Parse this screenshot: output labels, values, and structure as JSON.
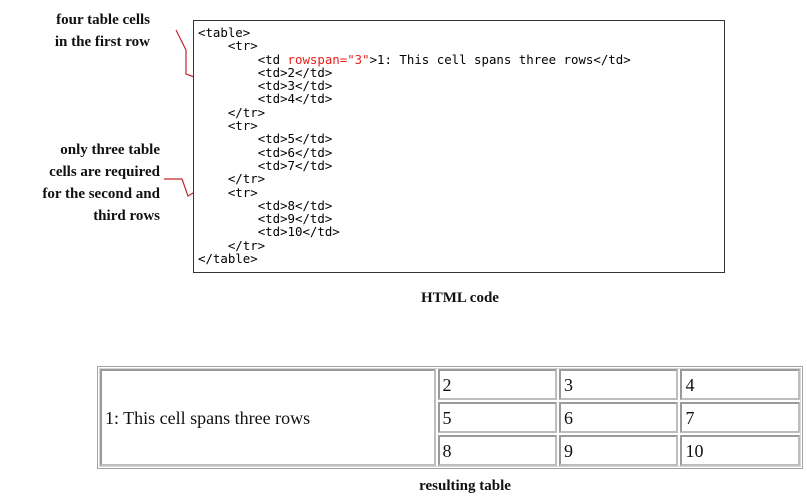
{
  "annotations": {
    "first_row_note": [
      "four table cells",
      "in the first row"
    ],
    "other_rows_note": [
      "only three table",
      "cells are required",
      "for the second and",
      "third rows"
    ]
  },
  "code": {
    "lines": [
      {
        "indent": "",
        "pre": "<table>",
        "attr": "",
        "post": ""
      },
      {
        "indent": "    ",
        "pre": "<tr>",
        "attr": "",
        "post": ""
      },
      {
        "indent": "        ",
        "pre": "<td ",
        "attr": "rowspan=\"3\"",
        "post": ">1: This cell spans three rows</td>"
      },
      {
        "indent": "        ",
        "pre": "<td>2</td>",
        "attr": "",
        "post": ""
      },
      {
        "indent": "        ",
        "pre": "<td>3</td>",
        "attr": "",
        "post": ""
      },
      {
        "indent": "        ",
        "pre": "<td>4</td>",
        "attr": "",
        "post": ""
      },
      {
        "indent": "    ",
        "pre": "</tr>",
        "attr": "",
        "post": ""
      },
      {
        "indent": "    ",
        "pre": "<tr>",
        "attr": "",
        "post": ""
      },
      {
        "indent": "        ",
        "pre": "<td>5</td>",
        "attr": "",
        "post": ""
      },
      {
        "indent": "        ",
        "pre": "<td>6</td>",
        "attr": "",
        "post": ""
      },
      {
        "indent": "        ",
        "pre": "<td>7</td>",
        "attr": "",
        "post": ""
      },
      {
        "indent": "    ",
        "pre": "</tr>",
        "attr": "",
        "post": ""
      },
      {
        "indent": "    ",
        "pre": "<tr>",
        "attr": "",
        "post": ""
      },
      {
        "indent": "        ",
        "pre": "<td>8</td>",
        "attr": "",
        "post": ""
      },
      {
        "indent": "        ",
        "pre": "<td>9</td>",
        "attr": "",
        "post": ""
      },
      {
        "indent": "        ",
        "pre": "<td>10</td>",
        "attr": "",
        "post": ""
      },
      {
        "indent": "    ",
        "pre": "</tr>",
        "attr": "",
        "post": ""
      },
      {
        "indent": "",
        "pre": "</table>",
        "attr": "",
        "post": ""
      }
    ],
    "caption": "HTML code"
  },
  "result_table": {
    "span_cell": "1: This cell spans three rows",
    "rows": [
      [
        "2",
        "3",
        "4"
      ],
      [
        "5",
        "6",
        "7"
      ],
      [
        "8",
        "9",
        "10"
      ]
    ],
    "caption": "resulting table"
  },
  "colors": {
    "attribute": "#e8201b",
    "bracket": "#c0262d"
  }
}
